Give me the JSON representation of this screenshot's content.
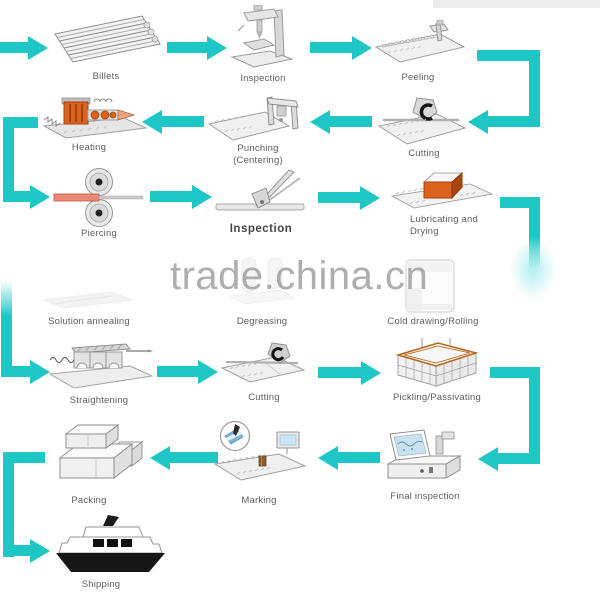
{
  "watermark": {
    "text": "trade.china.cn"
  },
  "colors": {
    "arrow_teal": "#1fc6c6",
    "accent_orange": "#d9631e",
    "accent_red_bar": "#ea8a76",
    "accent_blue_screen": "#c8e2ef",
    "label_gray": "#5e5e5e",
    "watermark_gray": "#8f8f8f"
  },
  "steps": [
    {
      "id": "billets",
      "label": "Billets",
      "icon": "steel-billets-bundle"
    },
    {
      "id": "inspection-1",
      "label": "Inspection",
      "icon": "drill-press-machine"
    },
    {
      "id": "peeling",
      "label": "Peeling",
      "icon": "peeling-conveyor-machine"
    },
    {
      "id": "cutting-1",
      "label": "Cutting",
      "icon": "saw-cutting-machine"
    },
    {
      "id": "punching",
      "label": "Punching\n(Centering)",
      "icon": "punching-press-machine"
    },
    {
      "id": "heating",
      "label": "Heating",
      "icon": "furnace-machine"
    },
    {
      "id": "piercing",
      "label": "Piercing",
      "icon": "piercing-rollers"
    },
    {
      "id": "inspection-2",
      "label": "Inspection",
      "icon": "gauge-lever-tool"
    },
    {
      "id": "lubricating",
      "label": "Lubricating and\nDrying",
      "icon": "lubricating-box-conveyor"
    },
    {
      "id": "cold-drawing",
      "label": "Cold drawing/Rolling",
      "icon": "drawing-cabinet-faded"
    },
    {
      "id": "degreasing",
      "label": "Degreasing",
      "icon": "degreasing-tanks-faded"
    },
    {
      "id": "solution-annealing",
      "label": "Solution annealing",
      "icon": "annealing-line-faded"
    },
    {
      "id": "straightening",
      "label": "Straightening",
      "icon": "straightening-roller-machine"
    },
    {
      "id": "cutting-2",
      "label": "Cutting",
      "icon": "saw-cutting-machine"
    },
    {
      "id": "pickling",
      "label": "Pickling/Passivating",
      "icon": "pickling-tank"
    },
    {
      "id": "final-inspection",
      "label": "Final inspection",
      "icon": "inspection-computer-station"
    },
    {
      "id": "marking",
      "label": "Marking",
      "icon": "marking-conveyor-with-printer"
    },
    {
      "id": "packing",
      "label": "Packing",
      "icon": "stacked-packing-boxes"
    },
    {
      "id": "shipping",
      "label": "Shipping",
      "icon": "cargo-ship"
    }
  ]
}
